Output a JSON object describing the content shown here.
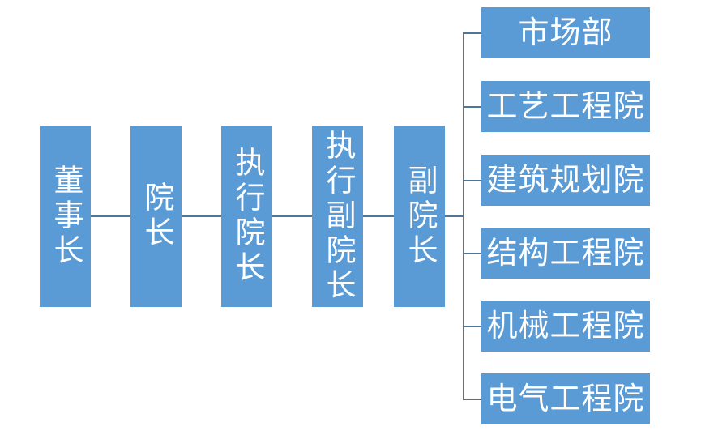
{
  "diagram": {
    "type": "organization-chart",
    "background": "#FFFFFF",
    "colors": {
      "node_fill": "#5B9BD5",
      "node_text": "#FFFFFF",
      "connector": "#4D7699"
    },
    "chain": [
      {
        "label": "董事长"
      },
      {
        "label": "院长"
      },
      {
        "label": "执行院长"
      },
      {
        "label": "执行副院长"
      },
      {
        "label": "副院长"
      }
    ],
    "branches": [
      {
        "label": "市场部"
      },
      {
        "label": "工艺工程院"
      },
      {
        "label": "建筑规划院"
      },
      {
        "label": "结构工程院"
      },
      {
        "label": "机械工程院"
      },
      {
        "label": "电气工程院"
      }
    ],
    "structure": {
      "chain_order": "董事长 — 院长 — 执行院长 — 执行副院长 — 副院长",
      "branch_parent": "副院长"
    }
  }
}
